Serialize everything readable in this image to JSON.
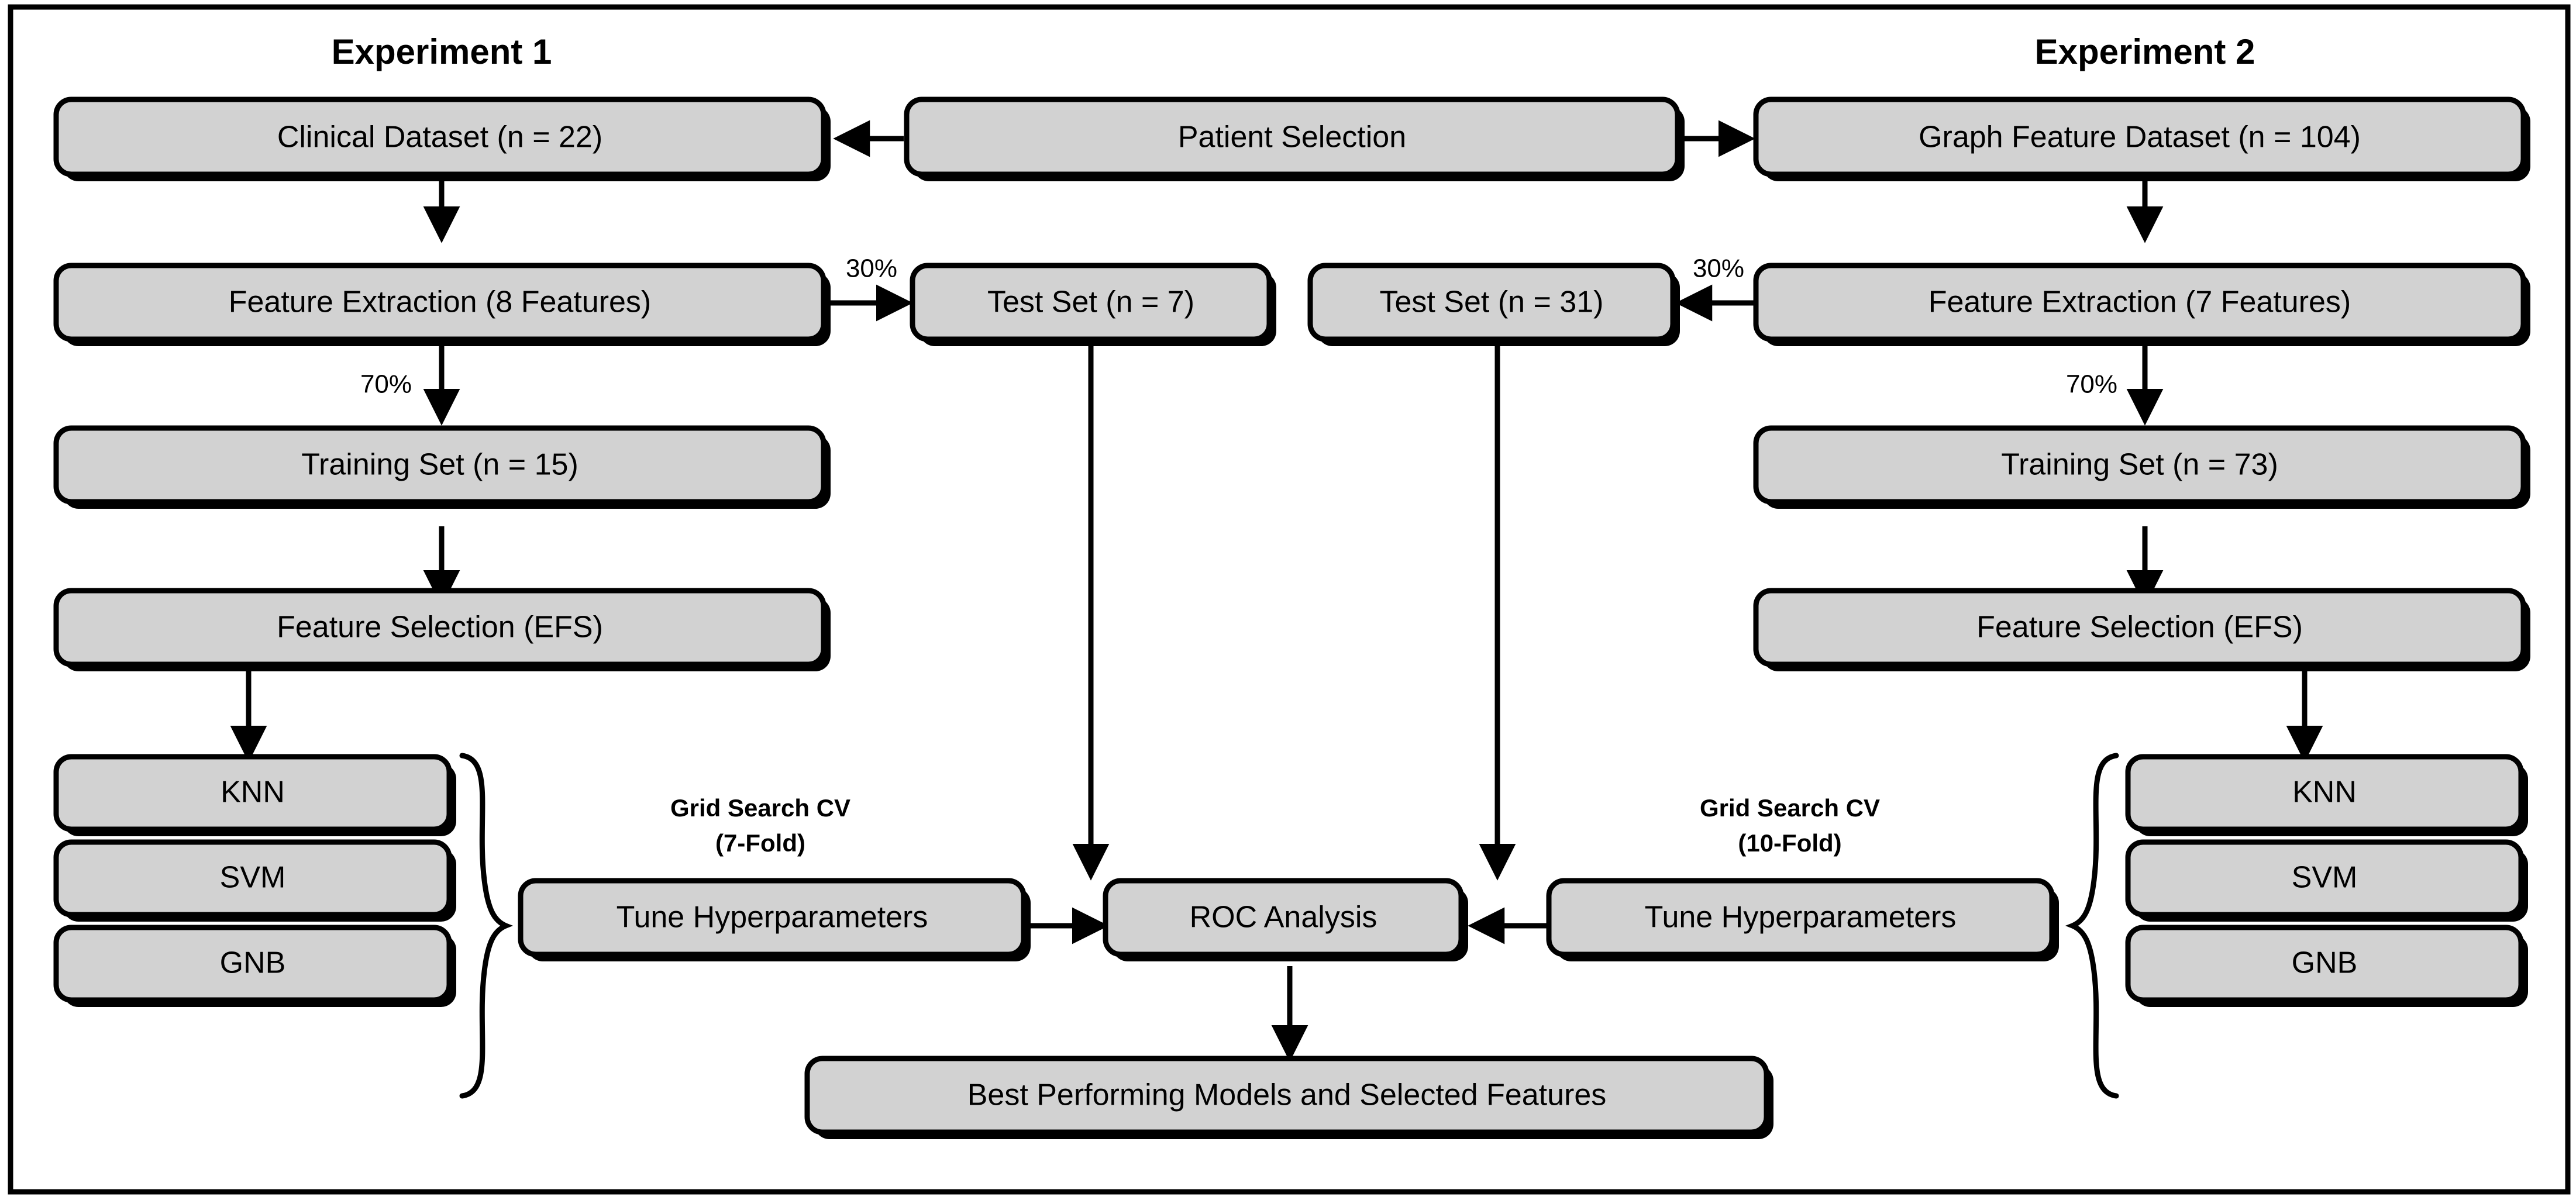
{
  "figure": {
    "kind": "methodology-flowchart",
    "colors": {
      "node_fill": "#d2d2d2",
      "node_stroke": "#000000",
      "background": "#ffffff",
      "text": "#000000"
    },
    "titles": {
      "experiment_1": "Experiment 1",
      "experiment_2": "Experiment 2"
    },
    "nodes": {
      "patient_selection": "Patient Selection",
      "clinical_dataset": "Clinical Dataset (n = 22)",
      "graph_feature_dataset": "Graph Feature Dataset (n = 104)",
      "feature_extraction_left": "Feature Extraction (8 Features)",
      "feature_extraction_right": "Feature Extraction (7 Features)",
      "test_set_left": "Test Set (n = 7)",
      "test_set_right": "Test Set (n = 31)",
      "training_set_left": "Training Set (n = 15)",
      "training_set_right": "Training Set (n = 73)",
      "feature_selection_left": "Feature Selection (EFS)",
      "feature_selection_right": "Feature Selection (EFS)",
      "knn_left": "KNN",
      "svm_left": "SVM",
      "gnb_left": "GNB",
      "knn_right": "KNN",
      "svm_right": "SVM",
      "gnb_right": "GNB",
      "tune_left": "Tune Hyperparameters",
      "tune_right": "Tune Hyperparameters",
      "roc_analysis": "ROC Analysis",
      "best_models": "Best Performing Models and Selected Features"
    },
    "edge_labels": {
      "split_test_left": "30%",
      "split_train_left": "70%",
      "split_test_right": "30%",
      "split_train_right": "70%"
    },
    "annotations": {
      "grid_search_left_line1": "Grid Search CV",
      "grid_search_left_line2": "(7-Fold)",
      "grid_search_right_line1": "Grid Search CV",
      "grid_search_right_line2": "(10-Fold)"
    }
  }
}
